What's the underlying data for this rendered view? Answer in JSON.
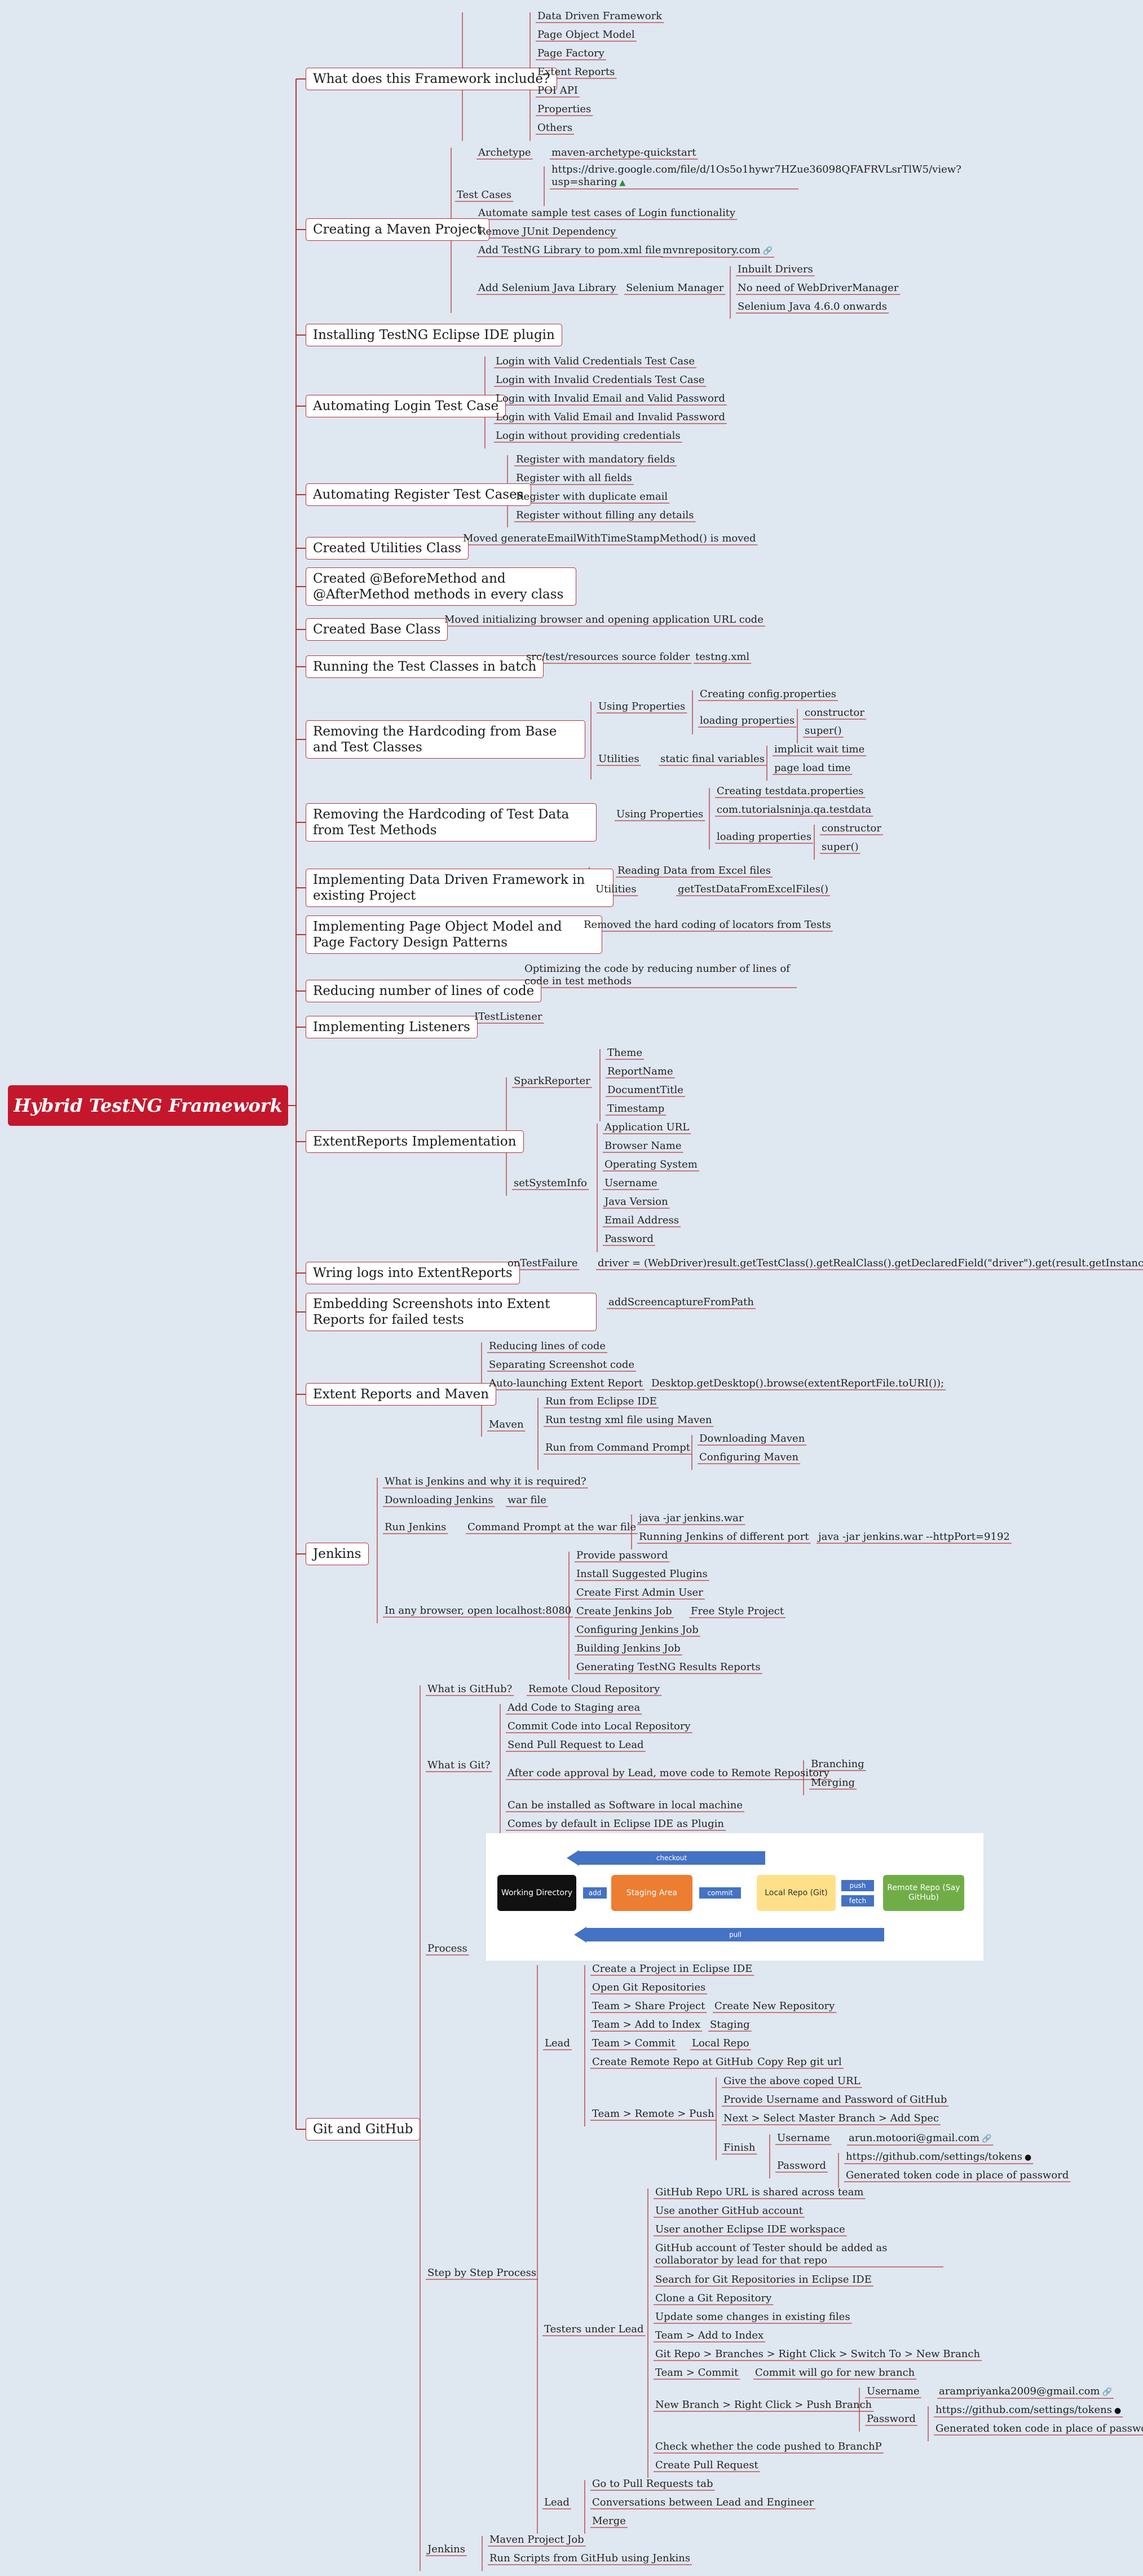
{
  "title": "Hybrid TestNG Framework",
  "nodes": {
    "t1": "What does this Framework include?",
    "t1a": "Data Driven Framework",
    "t1b": "Page Object Model",
    "t1c": "Page Factory",
    "t1d": "Extent Reports",
    "t1e": "POI API",
    "t1f": "Properties",
    "t1g": "Others",
    "t2": "Creating a Maven Project",
    "t2a": "Archetype",
    "t2a1": "maven-archetype-quickstart",
    "t2b": "Test Cases",
    "t2b1": "https://drive.google.com/file/d/1Os5o1hywr7HZue36098QFAFRVLsrTlW5/view?usp=sharing",
    "t2c": "Automate sample test cases of Login functionality",
    "t2d": "Remove JUnit Dependency",
    "t2e": "Add TestNG Library to pom.xml file",
    "t2e1": "mvnrepository.com",
    "t2f": "Add Selenium Java Library",
    "t2f1": "Selenium Manager",
    "t2f1a": "Inbuilt Drivers",
    "t2f1b": "No need of WebDriverManager",
    "t2f1c": "Selenium Java 4.6.0 onwards",
    "t3": "Installing TestNG Eclipse IDE plugin",
    "t4": "Automating Login Test Case",
    "t4a": "Login with Valid Credentials Test Case",
    "t4b": "Login with Invalid Credentials Test Case",
    "t4c": "Login with Invalid Email and Valid Password",
    "t4d": "Login with Valid Email and Invalid Password",
    "t4e": "Login without providing credentials",
    "t5": "Automating Register Test Cases",
    "t5a": "Register with mandatory fields",
    "t5b": "Register with all fields",
    "t5c": "Register with duplicate email",
    "t5d": "Register without filling any details",
    "t6": "Created Utilities Class",
    "t6a": "Moved generateEmailWithTimeStampMethod() is moved",
    "t7": "Created @BeforeMethod and @AfterMethod methods in every class",
    "t8": "Created Base Class",
    "t8a": "Moved initializing browser and opening application URL code",
    "t9": "Running the Test Classes in batch",
    "t9a": "src/test/resources source folder",
    "t9b": "testng.xml",
    "t10": "Removing the Hardcoding from Base and Test Classes",
    "t10a": "Using Properties",
    "t10a1": "Creating config.properties",
    "t10a2": "loading properties",
    "t10a2a": "constructor",
    "t10a2b": "super()",
    "t10b": "Utilities",
    "t10b1": "static final variables",
    "t10b1a": "implicit wait time",
    "t10b1b": "page load time",
    "t11": "Removing the Hardcoding of Test Data from Test Methods",
    "t11a": "Using Properties",
    "t11a1": "Creating testdata.properties",
    "t11a2": "com.tutorialsninja.qa.testdata",
    "t11a3": "loading properties",
    "t11a3a": "constructor",
    "t11a3b": "super()",
    "t12": "Implementing Data Driven Framework in existing Project",
    "t12a": "Reading Data from Excel files",
    "t12b": "Utilities",
    "t12b1": "getTestDataFromExcelFiles()",
    "t13": "Implementing Page Object Model and Page Factory Design Patterns",
    "t13a": "Removed the hard coding of locators from Tests",
    "t14": "Reducing number of lines of code",
    "t14a": "Optimizing the code by reducing number of lines of code in test methods",
    "t15": "Implementing Listeners",
    "t15a": "ITestListener",
    "t16": "ExtentReports Implementation",
    "t16a": "SparkReporter",
    "t16a1": "Theme",
    "t16a2": "ReportName",
    "t16a3": "DocumentTitle",
    "t16a4": "Timestamp",
    "t16b": "setSystemInfo",
    "t16b1": "Application URL",
    "t16b2": "Browser Name",
    "t16b3": "Operating System",
    "t16b4": "Username",
    "t16b5": "Java Version",
    "t16b6": "Email Address",
    "t16b7": "Password",
    "t17": "Wring logs into ExtentReports",
    "t17a": "onTestFailure",
    "t17a1": "driver = (WebDriver)result.getTestClass().getRealClass().getDeclaredField(\"driver\").get(result.getInstance());",
    "t18": "Embedding Screenshots into Extent Reports for failed tests",
    "t18a": "addScreencaptureFromPath",
    "t19": "Extent Reports and Maven",
    "t19a": "Reducing lines of code",
    "t19b": "Separating Screenshot code",
    "t19c": "Auto-launching Extent Report",
    "t19c1": "Desktop.getDesktop().browse(extentReportFile.toURI());",
    "t19d": "Maven",
    "t19d1": "Run from Eclipse IDE",
    "t19d2": "Run testng xml file using Maven",
    "t19d3": "Run from Command Prompt",
    "t19d3a": "Downloading Maven",
    "t19d3b": "Configuring Maven",
    "t20": "Jenkins",
    "t20a": "What is Jenkins and why it is required?",
    "t20b": "Downloading Jenkins",
    "t20b1": "war file",
    "t20c": "Run Jenkins",
    "t20c1": "Command Prompt at the war file",
    "t20c1a": "java -jar jenkins.war",
    "t20c1b": "Running Jenkins of different port",
    "t20c1b1": "java -jar jenkins.war --httpPort=9192",
    "t20d": "In any browser, open localhost:8080",
    "t20d1": "Provide password",
    "t20d2": "Install Suggested Plugins",
    "t20d3": "Create First Admin User",
    "t20d4": "Create Jenkins Job",
    "t20d4a": "Free Style Project",
    "t20d5": "Configuring Jenkins Job",
    "t20d6": "Building Jenkins Job",
    "t20d7": "Generating TestNG Results Reports",
    "t21": "Git and GitHub",
    "g1": "What is GitHub?",
    "g1a": "Remote Cloud Repository",
    "g2": "What is Git?",
    "g2a": "Add Code to Staging area",
    "g2b": "Commit Code into Local Repository",
    "g2c": "Send Pull Request to Lead",
    "g2d": "After code approval by Lead, move code to Remote Repository",
    "g2d1": "Branching",
    "g2d2": "Merging",
    "g2e": "Can be installed as Software in local machine",
    "g2f": "Comes by default in Eclipse IDE as Plugin",
    "g3": "Process",
    "g4": "Step by Step Process",
    "L": "Lead",
    "L1": "Create a Project in Eclipse IDE",
    "L2": "Open Git Repositories",
    "L3": "Team > Share Project",
    "L3a": "Create New Repository",
    "L4": "Team > Add to Index",
    "L4a": "Staging",
    "L5": "Team > Commit",
    "L5a": "Local Repo",
    "L6": "Create Remote Repo at GitHub",
    "L6a": "Copy Rep git url",
    "L7": "Team > Remote > Push",
    "L7a": "Give the above coped URL",
    "L7b": "Provide Username and Password of GitHub",
    "L7c": "Next > Select Master Branch > Add Spec",
    "L7d": "Finish",
    "L7d1": "Username",
    "L7d1a": "arun.motoori@gmail.com",
    "L7d2": "Password",
    "L7d2a": "https://github.com/settings/tokens",
    "L7d2b": "Generated token code in place of password",
    "T": "Testers under Lead",
    "T1": "GitHub Repo URL is shared across team",
    "T2": "Use another GitHub account",
    "T3": "User another Eclipse IDE workspace",
    "T4": "GitHub account of Tester should be added as collaborator by lead for that repo",
    "T5": "Search for Git Repositories in Eclipse IDE",
    "T6": "Clone a Git Repository",
    "T7": "Update some changes in existing files",
    "T8": "Team > Add to Index",
    "T9": "Git Repo > Branches > Right Click > Switch To > New Branch",
    "T10": "Team > Commit",
    "T10a": "Commit will go for new branch",
    "T11": "New Branch > Right Click > Push Branch",
    "T11a": "Username",
    "T11a1": "arampriyanka2009@gmail.com",
    "T11b": "Password",
    "T11b1": "https://github.com/settings/tokens",
    "T11b2": "Generated token code in place of password",
    "T12": "Check whether the code pushed to BranchP",
    "T13": "Create Pull Request",
    "L2n": "Lead",
    "L2n1": "Go to Pull Requests tab",
    "L2n2": "Conversations between Lead and Engineer",
    "L2n3": "Merge",
    "J": "Jenkins",
    "J1": "Maven Project Job",
    "J2": "Run Scripts from GitHub using Jenkins"
  },
  "git_diagram": {
    "checkout": "checkout",
    "working_directory": "Working Directory",
    "add": "add",
    "staging_area": "Staging Area",
    "commit": "commit",
    "local_repo": "Local Repo (Git)",
    "push": "push",
    "fetch": "fetch",
    "remote_repo": "Remote Repo (Say GitHub)",
    "pull": "pull"
  },
  "colors": {
    "branch": "#b43538",
    "root": "#c4172c",
    "background": "#dfe7f1",
    "arrow": "#4472c4"
  },
  "icons": {
    "drive": "drive-icon",
    "link": "link-icon",
    "github": "github-icon"
  }
}
